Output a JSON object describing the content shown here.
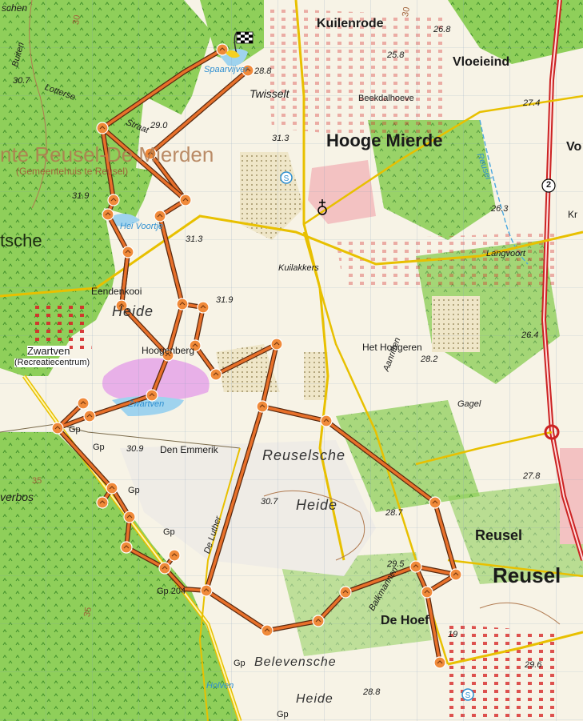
{
  "map": {
    "colors": {
      "forest": "#8fcf5a",
      "open": "#f7f3e6",
      "water": "#9fd3ee",
      "route": "#e8702a",
      "route_outline": "#5a2a10",
      "node": "#f08a3a",
      "built": "#d62828",
      "road_major": "#cc2222",
      "road_minor": "#e8c000"
    },
    "labels": {
      "kuilenrode": "Kuilenrode",
      "vloeieind": "Vloeieind",
      "hooge_mierde": "Hooge Mierde",
      "twisselt": "Twisselt",
      "beekdalhoeve": "Beekdalhoeve",
      "spaarvijver": "Spaarvijver",
      "reusel_de_mierden": "nte Reusel-De Mierden",
      "gemeentehuis": "(Gemeentehuis te Reusel)",
      "kuilakkers": "Kuilakkers",
      "langvoort": "Langvoort",
      "het_hongeren": "Het Hongeren",
      "aanritten": "Aanritten",
      "gagel": "Gagel",
      "zwartven": "Zwartven",
      "recreatiecentrum": "(Recreatiecentrum)",
      "eendenkooi": "Eendenkooi",
      "heide_1": "Heide",
      "hoogenberg": "Hoogenberg",
      "zwartven_water": "Zwartven",
      "den_emmerik": "Den Emmerik",
      "reuselsche": "Reuselsche",
      "heide_2": "Heide",
      "reusel_small": "Reusel",
      "reusel_big": "Reusel",
      "de_hoef": "De Hoef",
      "belevensche": "Belevensche",
      "heide_3": "Heide",
      "balkmannen": "Balkmannen",
      "de_luther": "De Luther",
      "lotterse": "Lotterse",
      "straat": "Straat",
      "buiten": "Buiten",
      "verbos": "verbos",
      "tsche": "tsche",
      "vo": "Vo",
      "kr": "Kr",
      "reusel_river": "Reusel",
      "schen": "schen",
      "hei_voortje": "Hei Voortje",
      "holven": "Holven",
      "gp_1": "Gp",
      "gp_2": "Gp",
      "gp_3": "Gp",
      "gp_4": "Gp",
      "gp_204": "Gp 204",
      "gp_5": "Gp",
      "gp_6": "Gp",
      "road_number": "2"
    },
    "elevations": {
      "e1": "28.8",
      "e2": "26.8",
      "e3": "25.8",
      "e4": "27.4",
      "e5": "29.0",
      "e6": "31.3",
      "e7": "30.7",
      "e8": "31.9",
      "e9": "31.3",
      "e10": "26.3",
      "e11": "31.9",
      "e12": "26.4",
      "e13": "28.2",
      "e14": "30.9",
      "e15": "30.7",
      "e16": "28.7",
      "e17": "27.8",
      "e18": "29.5",
      "e19": "19",
      "e20": "29.6",
      "e21": "28.8",
      "e22": "30",
      "e23": "35",
      "e24": "35",
      "e25": "30"
    }
  }
}
